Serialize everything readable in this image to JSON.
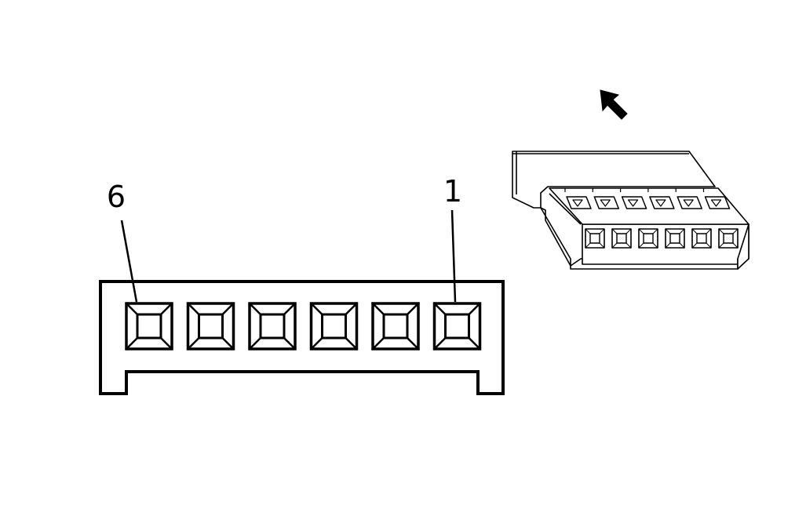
{
  "diagram": {
    "pin_labels": {
      "left": "6",
      "right": "1"
    },
    "pin_count": 6,
    "line_color": "#000000",
    "background_color": "#ffffff",
    "icons": {
      "direction": "arrow-icon",
      "connector": "connector-3d-icon"
    }
  }
}
